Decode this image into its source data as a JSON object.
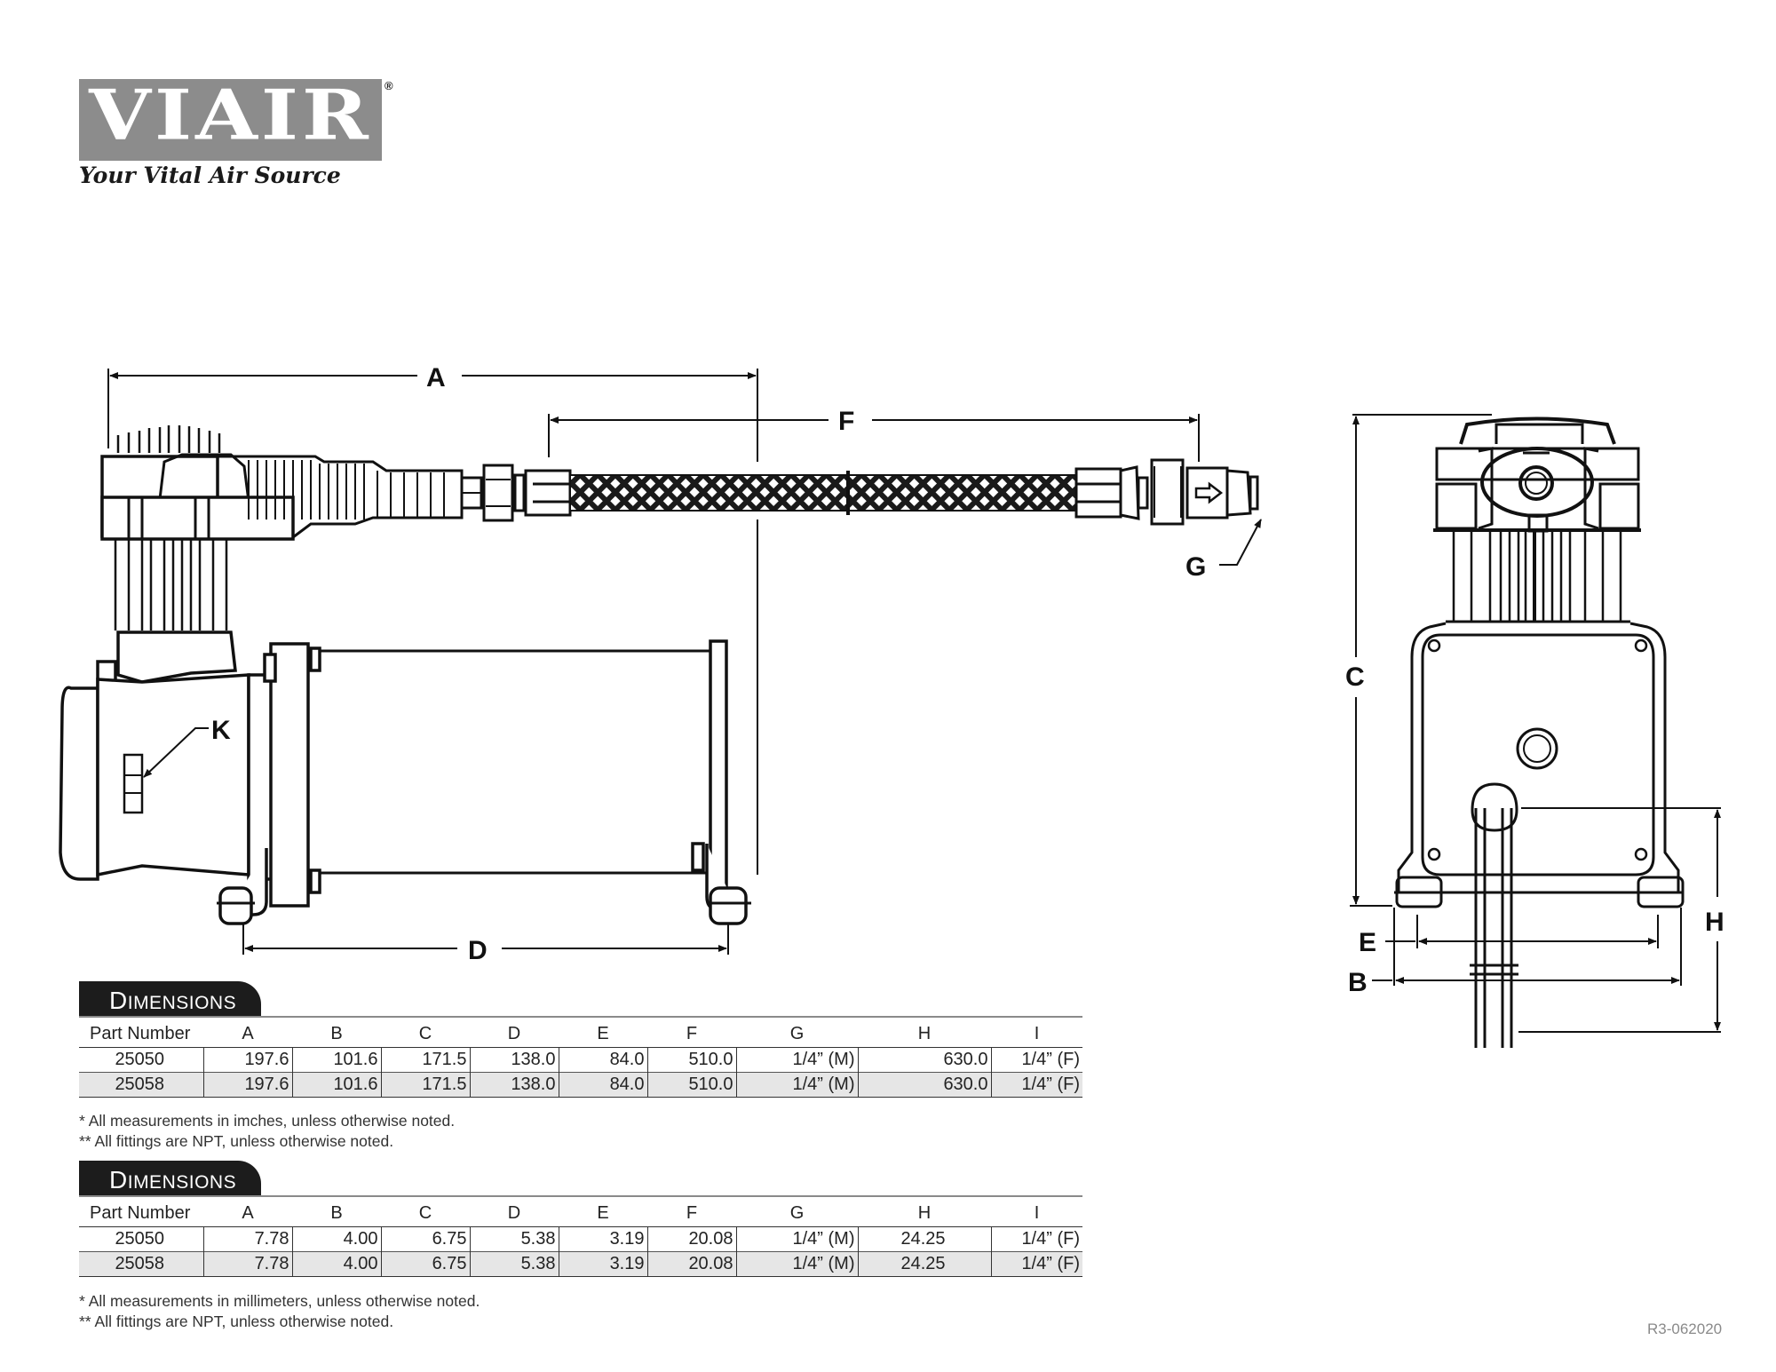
{
  "brand": {
    "logo_text": "VIAIR",
    "registered_mark": "®",
    "tagline": "Your Vital Air Source",
    "logo_color": "#8c8c8c"
  },
  "drawing": {
    "labels": {
      "A": "A",
      "B": "B",
      "C": "C",
      "D": "D",
      "E": "E",
      "F": "F",
      "G": "G",
      "H": "H",
      "K": "K"
    }
  },
  "tables": [
    {
      "title_first": "D",
      "title_rest": "IMENSIONS",
      "columns": [
        "Part Number",
        "A",
        "B",
        "C",
        "D",
        "E",
        "F",
        "G",
        "H",
        "I"
      ],
      "rows": [
        [
          "25050",
          "197.6",
          "101.6",
          "171.5",
          "138.0",
          "84.0",
          "510.0",
          "1/4” (M)",
          "630.0",
          "1/4” (F)"
        ],
        [
          "25058",
          "197.6",
          "101.6",
          "171.5",
          "138.0",
          "84.0",
          "510.0",
          "1/4” (M)",
          "630.0",
          "1/4” (F)"
        ]
      ],
      "notes": [
        "* All measurements in imches, unless otherwise noted.",
        "** All fittings are NPT, unless otherwise noted."
      ]
    },
    {
      "title_first": "D",
      "title_rest": "IMENSIONS",
      "columns": [
        "Part Number",
        "A",
        "B",
        "C",
        "D",
        "E",
        "F",
        "G",
        "H",
        "I"
      ],
      "rows": [
        [
          "25050",
          "7.78",
          "4.00",
          "6.75",
          "5.38",
          "3.19",
          "20.08",
          "1/4” (M)",
          "24.25",
          "1/4” (F)"
        ],
        [
          "25058",
          "7.78",
          "4.00",
          "6.75",
          "5.38",
          "3.19",
          "20.08",
          "1/4” (M)",
          "24.25",
          "1/4” (F)"
        ]
      ],
      "notes": [
        "* All measurements in millimeters, unless otherwise noted.",
        "** All fittings are NPT, unless otherwise noted."
      ]
    }
  ],
  "revision": "R3-062020"
}
